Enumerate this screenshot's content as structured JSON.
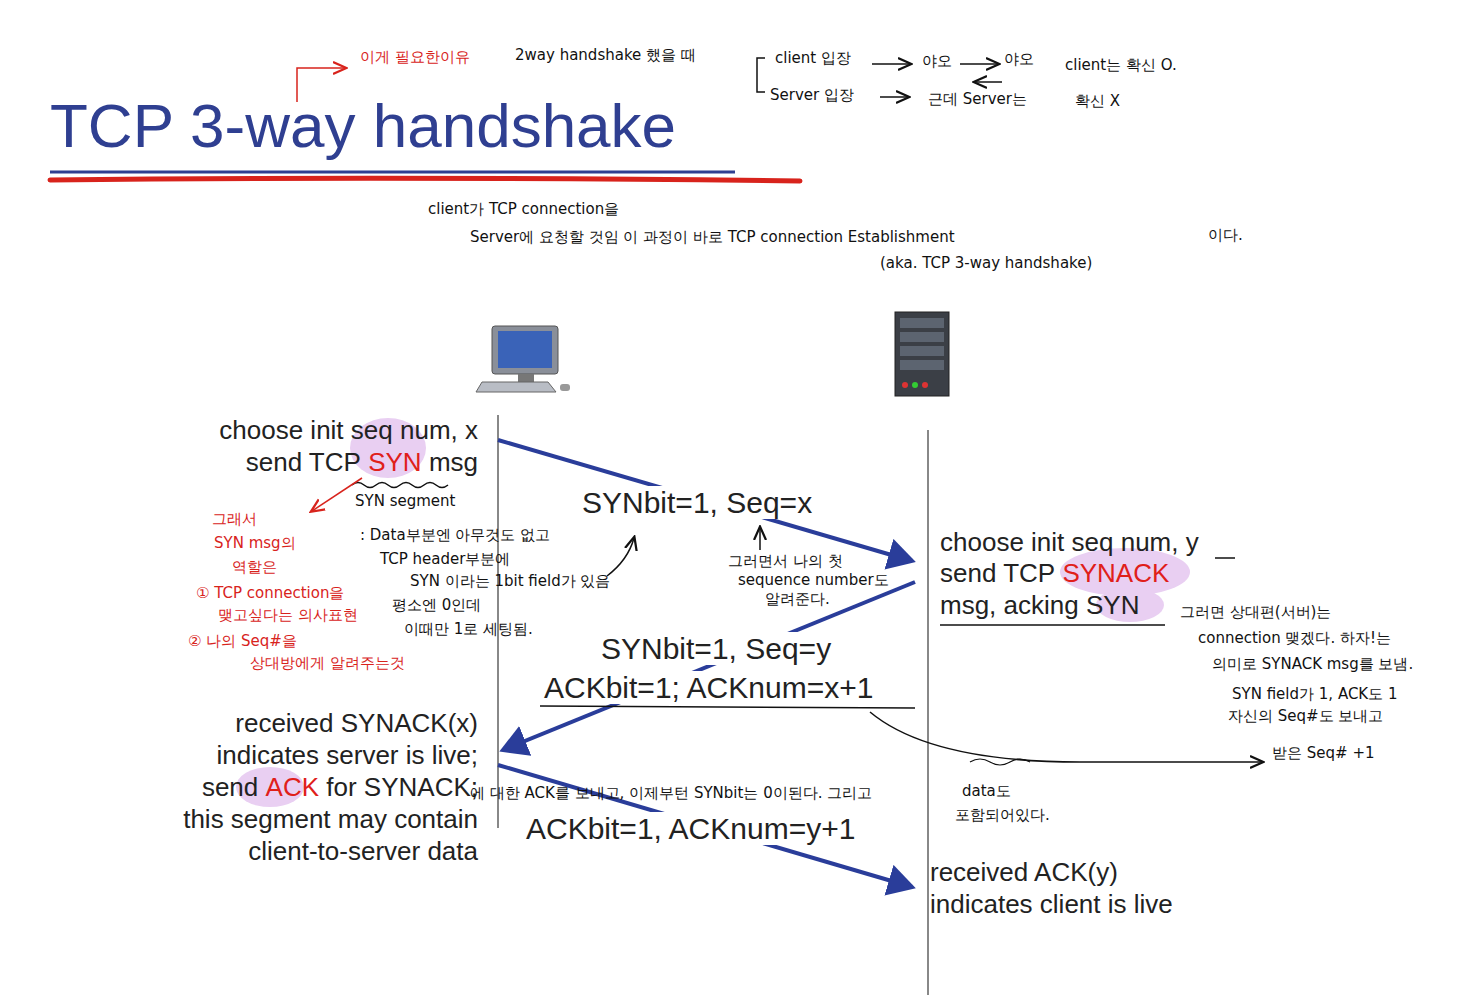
{
  "diagram": {
    "title": "TCP 3-way handshake",
    "labels": [
      "이게 필요한이유",
      "2way handshake 했을 때",
      "client 입장",
      "야오",
      "야오",
      "client는 확신 O.",
      "Server 입장",
      "근데 Server는",
      "확신 X",
      "client가 TCP connection을",
      "Server에 요청할 것임 이 과정이 바로 TCP connection Establishment",
      "이다.",
      "(aka. TCP 3-way handshake)",
      "choose init seq num, x",
      "send TCP",
      "SYN",
      "msg",
      "SYN segment",
      "SYNbit=1, Seq=x",
      "그래서",
      "SYN msg의",
      "역할은",
      "① TCP connection을",
      "맺고싶다는 의사표현",
      "② 나의 Seq#을",
      "상대방에게 알려주는것",
      ": Data부분엔 아무것도 없고",
      "TCP header부분에",
      "SYN 이라는 1bit field가 있음",
      "평소엔 0인데",
      "이때만 1로 세팅됨.",
      "그러면서 나의 첫",
      "sequence number도",
      "알려준다.",
      "choose init seq num, y",
      "send TCP",
      "SYNACK",
      "msg, acking SYN",
      "SYNbit=1, Seq=y",
      "ACKbit=1; ACKnum=x+1",
      "그러면 상대편(서버)는",
      "connection 맺겠다. 하자!는",
      "의미로 SYNACK msg를 보냄.",
      "SYN field가 1, ACK도 1",
      "자신의 Seq#도 보내고",
      "받은 Seq# +1",
      "received SYNACK(x)",
      "indicates server is live;",
      "send",
      "ACK",
      "for SYNACK;",
      "this segment may contain",
      "client-to-server data",
      "에 대한 ACK를 보내고, 이제부턴 SYNbit는 0이된다. 그리고",
      "data도",
      "포함되어있다.",
      "ACKbit=1, ACKnum=y+1",
      "received ACK(y)",
      "indicates client is live"
    ]
  }
}
